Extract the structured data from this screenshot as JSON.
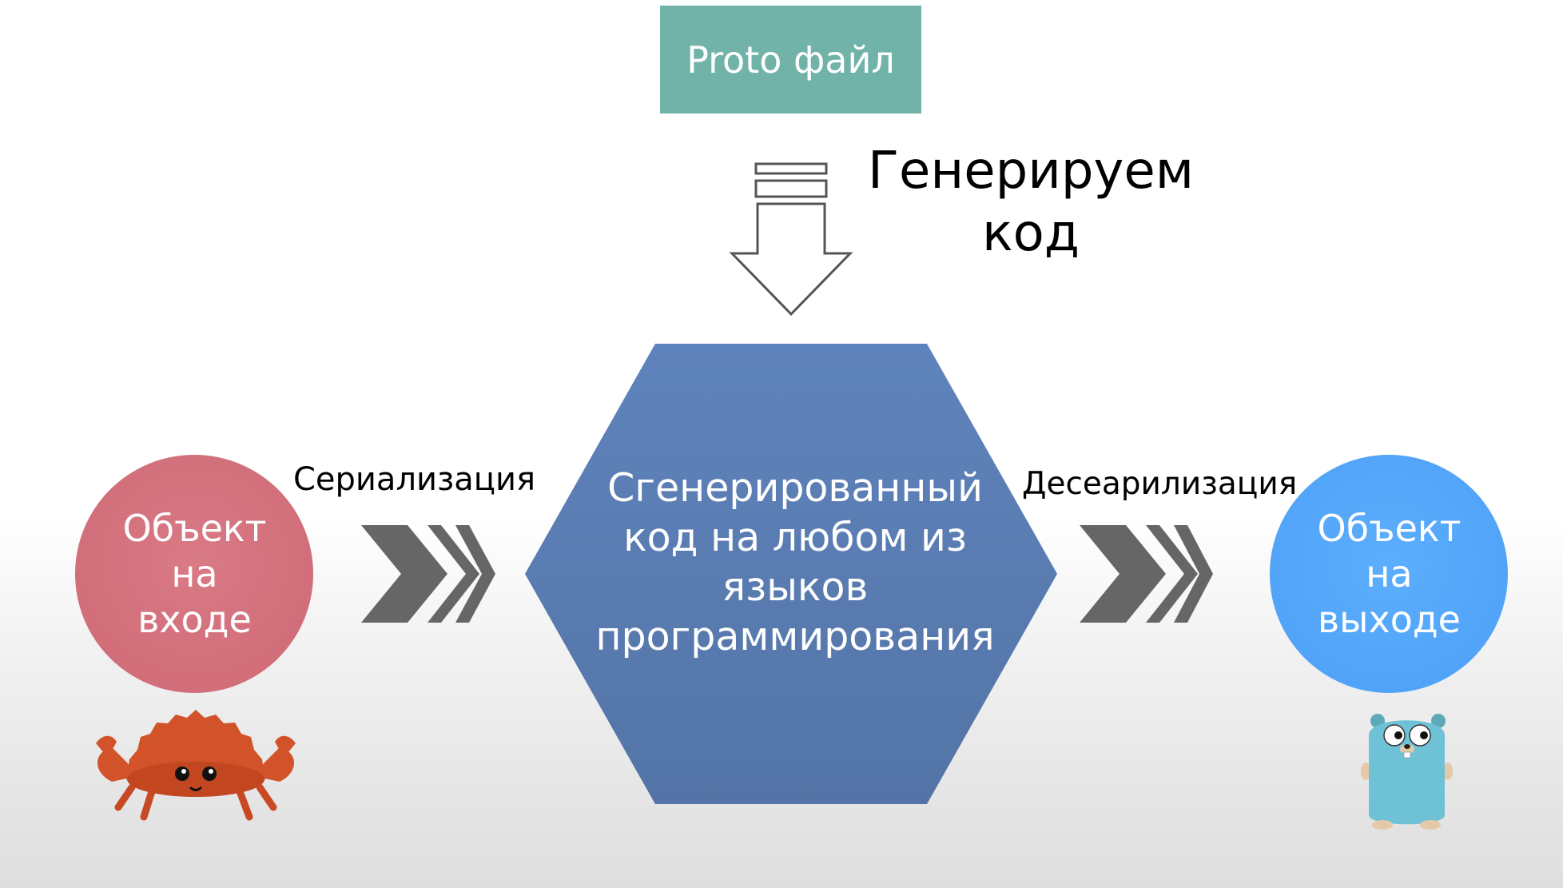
{
  "diagram": {
    "proto_file": "Proto файл",
    "generate_label": "Генерируем\nкод",
    "serialization_label": "Сериализация",
    "deserialization_label": "Десеарилизация",
    "generated_code": "Сгенерированный\nкод на любом из\nязыков\nпрограммирования",
    "input_object": "Объект\nна\nвходе",
    "output_object": "Объект\nна\nвыходе"
  },
  "icons": {
    "input_mascot": "crab-mascot-icon",
    "output_mascot": "gopher-mascot-icon",
    "generate_arrow": "down-arrow-icon",
    "serialization_arrow": "chevron-arrows-icon",
    "deserialization_arrow": "chevron-arrows-icon"
  },
  "colors": {
    "proto_box": "#71b3a8",
    "hexagon": "#5b7fb7",
    "input_circle": "#d5737f",
    "output_circle": "#56a8fc",
    "chevron": "#666666",
    "crab": "#d2532a",
    "gopher": "#6fc2d6"
  }
}
